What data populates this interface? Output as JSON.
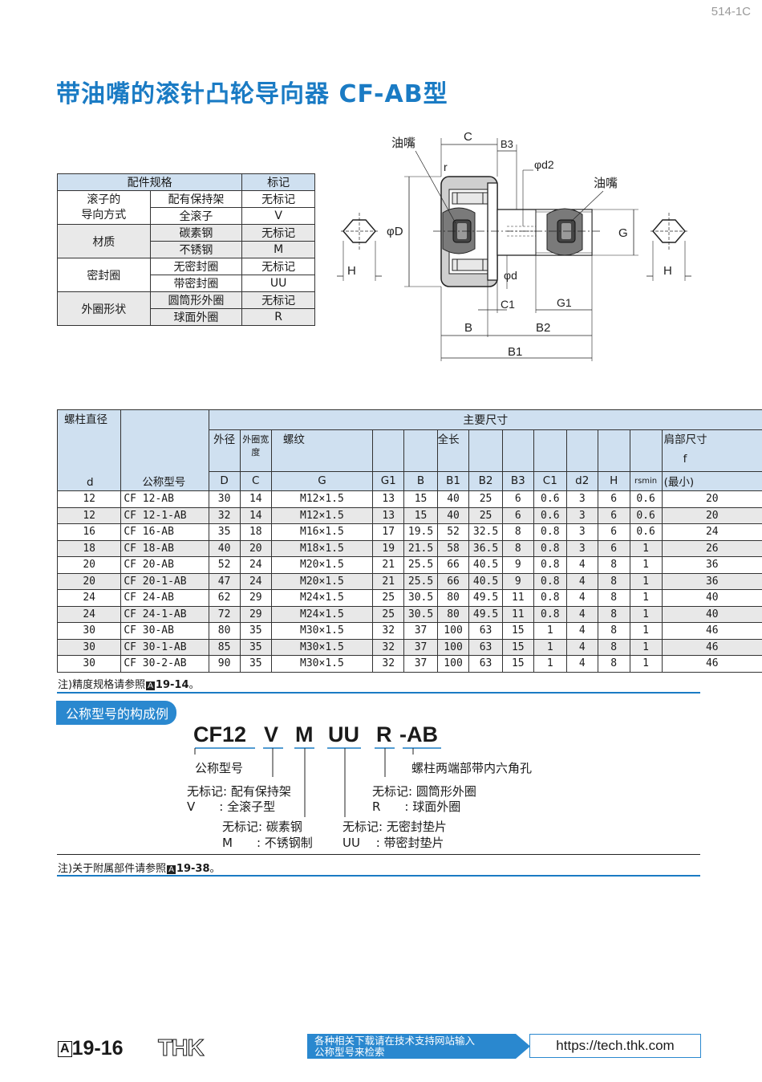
{
  "page_code": "514-1C",
  "title": "带油嘴的滚针凸轮导向器 CF-AB型",
  "diagram": {
    "labels": {
      "nipple_left": "油嘴",
      "nipple_right": "油嘴",
      "C": "C",
      "B3": "B3",
      "d2": "φd2",
      "r": "r",
      "D": "φD",
      "d": "φd",
      "G": "G",
      "C1": "C1",
      "G1": "G1",
      "B": "B",
      "B2": "B2",
      "B1": "B1",
      "H_left": "H",
      "H_right": "H"
    }
  },
  "spec_table": {
    "header": [
      "配件规格",
      "标记"
    ],
    "groups": [
      {
        "name": "滚子的\n导向方式",
        "rows": [
          [
            "配有保持架",
            "无标记"
          ],
          [
            "全滚子",
            "V"
          ]
        ]
      },
      {
        "name": "材质",
        "rows": [
          [
            "碳素钢",
            "无标记"
          ],
          [
            "不锈钢",
            "M"
          ]
        ]
      },
      {
        "name": "密封圈",
        "rows": [
          [
            "无密封圈",
            "无标记"
          ],
          [
            "带密封圈",
            "UU"
          ]
        ]
      },
      {
        "name": "外圈形状",
        "rows": [
          [
            "圆筒形外圈",
            "无标记"
          ],
          [
            "球面外圈",
            "R"
          ]
        ]
      }
    ]
  },
  "main_table": {
    "h_stud": "螺柱直径",
    "h_main": "主要尺寸",
    "h_model": "公称型号",
    "h_outer_dia": "外径",
    "h_outer_width": "外圈宽度",
    "h_thread": "螺纹",
    "h_total_len": "全长",
    "h_shoulder": "肩部尺寸",
    "h_shoulder_f": "f",
    "h_shoulder_min": "(最小)",
    "symbols": [
      "d",
      "D",
      "C",
      "G",
      "G1",
      "B",
      "B1",
      "B2",
      "B3",
      "C1",
      "d2",
      "H",
      "rsmin"
    ],
    "rows": [
      [
        "12",
        "CF 12-AB",
        "30",
        "14",
        "M12×1.5",
        "13",
        "15",
        "40",
        "25",
        "6",
        "0.6",
        "3",
        "6",
        "0.6",
        "20"
      ],
      [
        "12",
        "CF 12-1-AB",
        "32",
        "14",
        "M12×1.5",
        "13",
        "15",
        "40",
        "25",
        "6",
        "0.6",
        "3",
        "6",
        "0.6",
        "20"
      ],
      [
        "16",
        "CF 16-AB",
        "35",
        "18",
        "M16×1.5",
        "17",
        "19.5",
        "52",
        "32.5",
        "8",
        "0.8",
        "3",
        "6",
        "0.6",
        "24"
      ],
      [
        "18",
        "CF 18-AB",
        "40",
        "20",
        "M18×1.5",
        "19",
        "21.5",
        "58",
        "36.5",
        "8",
        "0.8",
        "3",
        "6",
        "1",
        "26"
      ],
      [
        "20",
        "CF 20-AB",
        "52",
        "24",
        "M20×1.5",
        "21",
        "25.5",
        "66",
        "40.5",
        "9",
        "0.8",
        "4",
        "8",
        "1",
        "36"
      ],
      [
        "20",
        "CF 20-1-AB",
        "47",
        "24",
        "M20×1.5",
        "21",
        "25.5",
        "66",
        "40.5",
        "9",
        "0.8",
        "4",
        "8",
        "1",
        "36"
      ],
      [
        "24",
        "CF 24-AB",
        "62",
        "29",
        "M24×1.5",
        "25",
        "30.5",
        "80",
        "49.5",
        "11",
        "0.8",
        "4",
        "8",
        "1",
        "40"
      ],
      [
        "24",
        "CF 24-1-AB",
        "72",
        "29",
        "M24×1.5",
        "25",
        "30.5",
        "80",
        "49.5",
        "11",
        "0.8",
        "4",
        "8",
        "1",
        "40"
      ],
      [
        "30",
        "CF 30-AB",
        "80",
        "35",
        "M30×1.5",
        "32",
        "37",
        "100",
        "63",
        "15",
        "1",
        "4",
        "8",
        "1",
        "46"
      ],
      [
        "30",
        "CF 30-1-AB",
        "85",
        "35",
        "M30×1.5",
        "32",
        "37",
        "100",
        "63",
        "15",
        "1",
        "4",
        "8",
        "1",
        "46"
      ],
      [
        "30",
        "CF 30-2-AB",
        "90",
        "35",
        "M30×1.5",
        "32",
        "37",
        "100",
        "63",
        "15",
        "1",
        "4",
        "8",
        "1",
        "46"
      ]
    ]
  },
  "note1": {
    "text": "注)精度规格请参照",
    "ref": "19-14",
    "end": "。"
  },
  "model_section": {
    "pill": "公称型号的构成例",
    "parts": [
      "CF12",
      "V",
      "M",
      "UU",
      "R",
      "-AB"
    ],
    "labels": {
      "model": "公称型号",
      "ab": "螺柱两端部带内六角孔",
      "v1": "无标记: 配有保持架",
      "v2": "V　　: 全滚子型",
      "r1": "无标记: 圆筒形外圈",
      "r2": "R　　: 球面外圈",
      "m1": "无标记: 碳素钢",
      "m2": "M　　: 不锈钢制",
      "uu1": "无标记: 无密封垫片",
      "uu2": "UU　 : 带密封垫片"
    }
  },
  "note2": {
    "text": "注)关于附属部件请参照",
    "ref": "19-38",
    "end": "。"
  },
  "footer": {
    "section_letter": "A",
    "page": "19-16",
    "brand": "THK",
    "banner_line1": "各种相关下载请在技术支持网站输入",
    "banner_line2": "公称型号来检索",
    "url": "https://tech.thk.com"
  },
  "colors": {
    "accent": "#1a7bc4",
    "header_fill": "#cfe0f0",
    "row_alt": "#e8e8e8"
  }
}
